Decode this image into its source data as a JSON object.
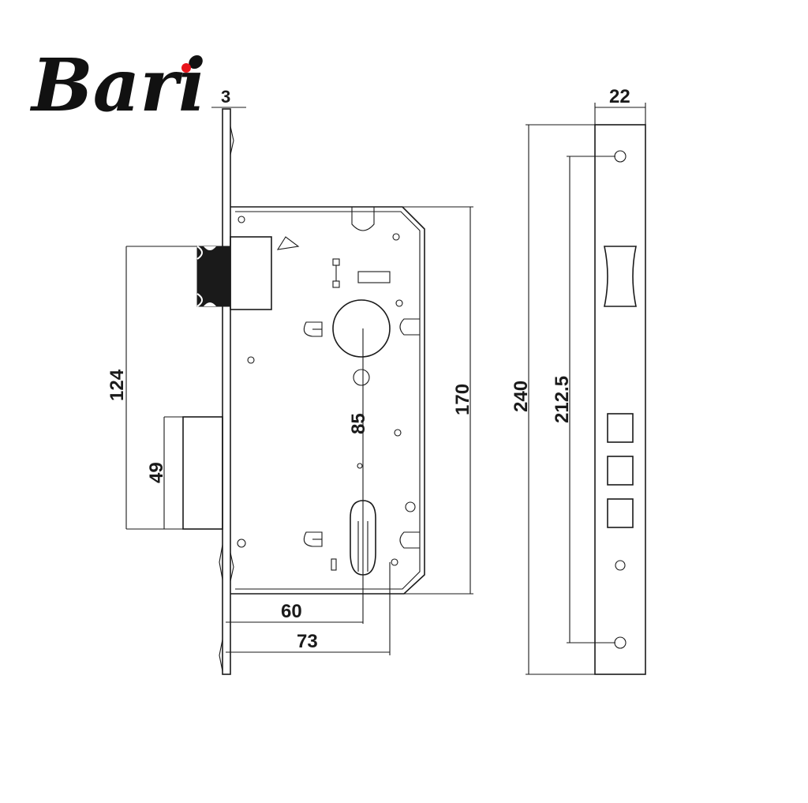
{
  "brand": {
    "name": "Bari",
    "dot_color": "#e8141b"
  },
  "dimensions": {
    "faceplate_thickness": "3",
    "front_plate_width": "22",
    "latch_to_bottom": "124",
    "deadbolt_to_bottom": "49",
    "center_distance": "85",
    "case_height": "170",
    "backset": "60",
    "backset_total": "73",
    "front_plate_length": "240",
    "screw_hole_distance": "212.5"
  },
  "colors": {
    "line": "#1a1a1a",
    "background": "#ffffff"
  }
}
